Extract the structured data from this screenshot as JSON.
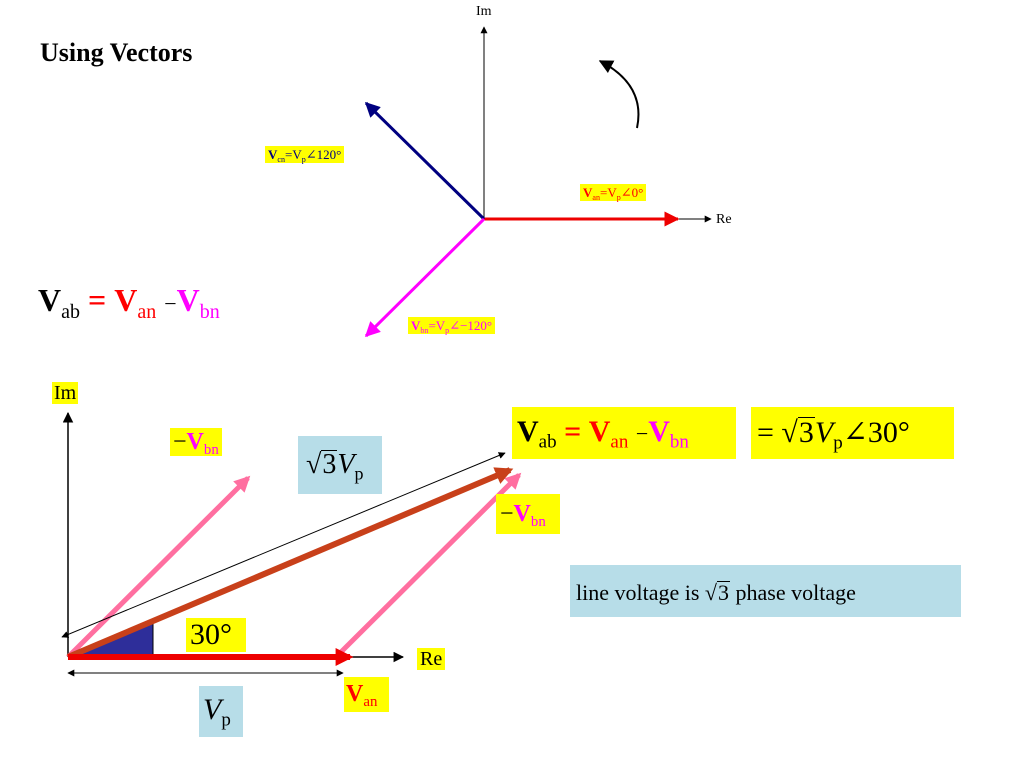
{
  "title": "Using Vectors",
  "top_diagram": {
    "axis_im": "Im",
    "axis_re": "Re",
    "van_label": {
      "sym": "V",
      "sub": "an",
      "expr": "=V",
      "psub": "p",
      "angle": "∠0°"
    },
    "vcn_label": {
      "sym": "V",
      "sub": "cn",
      "expr": "=V",
      "psub": "p",
      "angle": "∠120°"
    },
    "vbn_label": {
      "sym": "V",
      "sub": "bn",
      "expr": "=V",
      "psub": "p",
      "angle": "∠−120°"
    }
  },
  "equation": {
    "lhs": "V",
    "lhs_sub": "ab",
    "eq": "=",
    "a": "V",
    "a_sub": "an",
    "minus": "−",
    "b": "V",
    "b_sub": "bn"
  },
  "bottom_diagram": {
    "axis_im": "Im",
    "axis_re": "Re",
    "neg_vbn_left": {
      "minus": "−",
      "sym": "V",
      "sub": "bn"
    },
    "neg_vbn_right": {
      "minus": "−",
      "sym": "V",
      "sub": "bn"
    },
    "sqrt3vp": {
      "radicand": "3",
      "sym": "V",
      "sub": "p"
    },
    "result": {
      "lhs": "V",
      "lhs_sub": "ab",
      "eq": "=",
      "a": "V",
      "a_sub": "an",
      "minus": "−",
      "b": "V",
      "b_sub": "bn",
      "eq2": "=",
      "radicand": "3",
      "sym": "V",
      "sub": "p",
      "angle": "∠30°"
    },
    "angle_label": "30°",
    "van_label": {
      "sym": "V",
      "sub": "an"
    },
    "vp_label": {
      "sym": "V",
      "sub": "p"
    },
    "note": {
      "pre": "line voltage is",
      "radicand": "3",
      "post": "phase voltage"
    }
  },
  "colors": {
    "van": "#ee0000",
    "vbn": "#ff00ff",
    "vcn": "#000080",
    "neg_vbn": "#ff6fa0",
    "vab": "#c8401a",
    "triangle": "#2e2e9a",
    "highlight_yellow": "#ffff00",
    "highlight_cyan": "#b7dde8"
  }
}
